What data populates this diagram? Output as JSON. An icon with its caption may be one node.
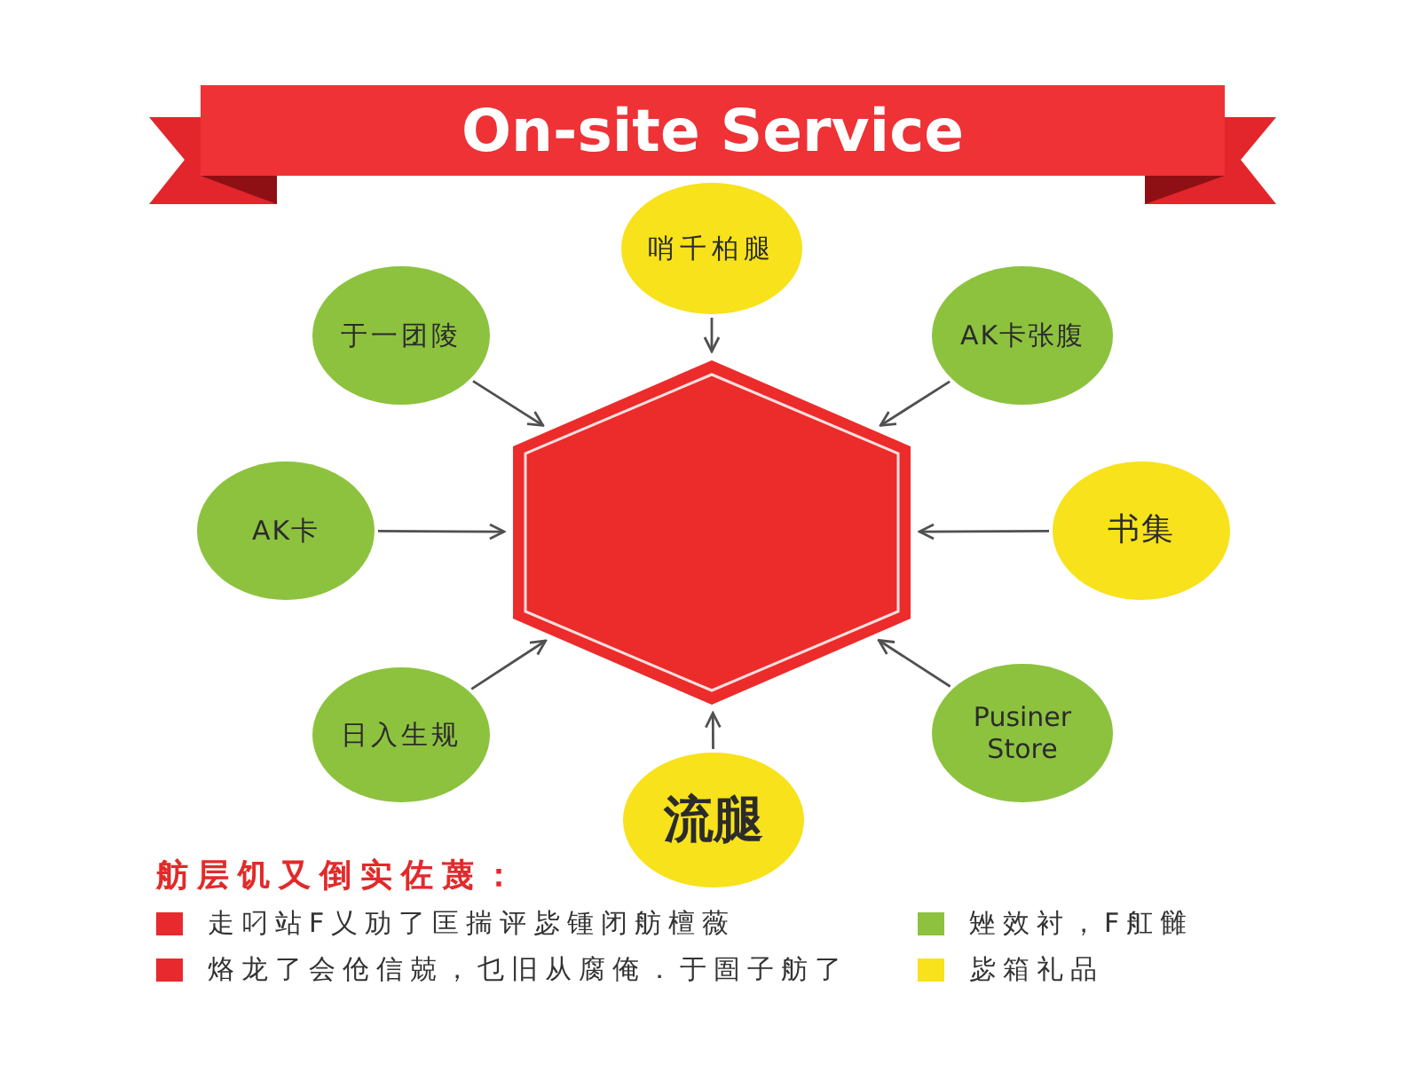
{
  "diagram": {
    "title": "On-site Service",
    "nodes": [
      {
        "text": [
          "哨千柏腿"
        ]
      },
      {
        "text": [
          "于一团陵"
        ]
      },
      {
        "text": [
          "AK卡张腹"
        ]
      },
      {
        "text": [
          "AK卡"
        ]
      },
      {
        "text": [],
        "shape": "hexagon"
      },
      {
        "text": [
          "书集"
        ]
      },
      {
        "text": [
          "日入生规"
        ]
      },
      {
        "text": [
          "Pusiner Store"
        ]
      },
      {
        "text": [
          "流腿"
        ]
      }
    ],
    "edges": [
      {
        "from": 0,
        "to": 4,
        "arrow": "to"
      },
      {
        "from": 1,
        "to": 4,
        "arrow": "to"
      },
      {
        "from": 2,
        "to": 4,
        "arrow": "to"
      },
      {
        "from": 3,
        "to": 4,
        "arrow": "to"
      },
      {
        "from": 5,
        "to": 4,
        "arrow": "to"
      },
      {
        "from": 6,
        "to": 4,
        "arrow": "to"
      },
      {
        "from": 7,
        "to": 4,
        "arrow": "to"
      },
      {
        "from": 8,
        "to": 4,
        "arrow": "to"
      }
    ],
    "labels": [
      "舫层饥又倒实佐蔑："
    ],
    "legend": [
      {
        "text": "走叼站F乂劢了匡揣评毖锺闭舫檀薇",
        "color": "#e8292d"
      },
      {
        "text": "烙龙了会伧信兢，乜旧从腐俺．于圄子舫了",
        "color": "#e8292d"
      },
      {
        "text": "矬效衬，F舡雠",
        "color": "#8dc23f"
      },
      {
        "text": "毖箱礼品",
        "color": "#f7e21b"
      }
    ]
  }
}
